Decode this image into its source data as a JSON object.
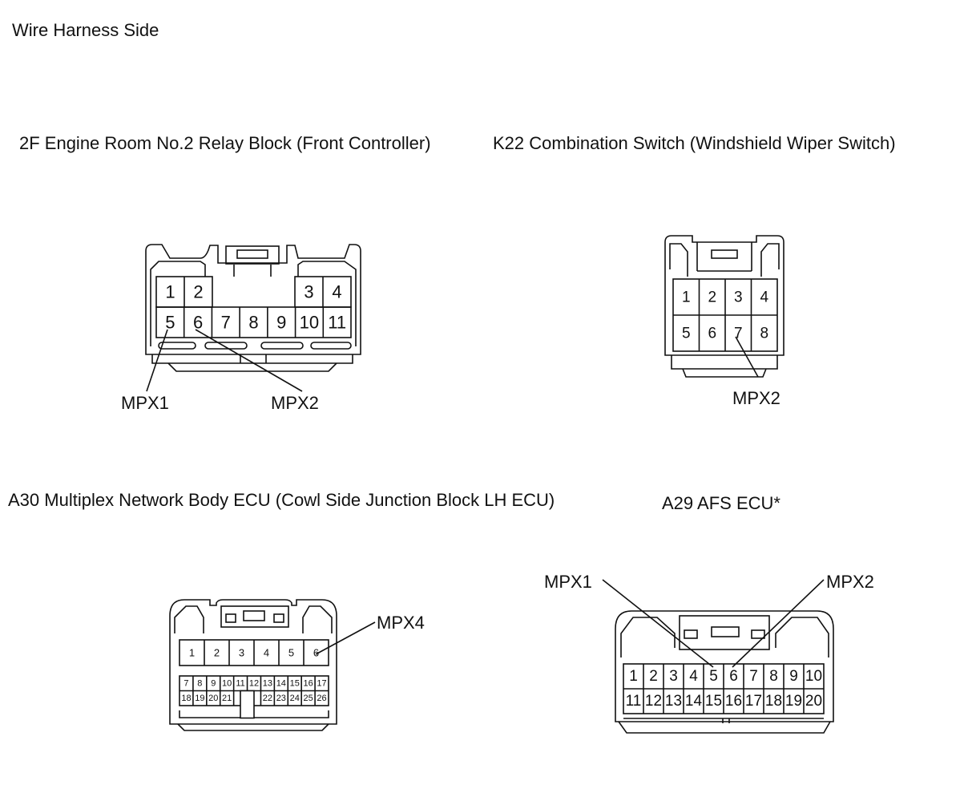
{
  "header": {
    "title": "Wire Harness Side"
  },
  "connectors": {
    "c2f": {
      "title": "2F Engine Room No.2 Relay Block (Front Controller)",
      "pins_top_left": [
        "1",
        "2"
      ],
      "pins_top_right": [
        "3",
        "4"
      ],
      "pins_bottom": [
        "5",
        "6",
        "7",
        "8",
        "9",
        "10",
        "11"
      ],
      "labels": [
        "MPX1",
        "MPX2"
      ]
    },
    "k22": {
      "title": "K22 Combination Switch (Windshield Wiper Switch)",
      "pins_row1": [
        "1",
        "2",
        "3",
        "4"
      ],
      "pins_row2": [
        "5",
        "6",
        "7",
        "8"
      ],
      "labels": [
        "MPX2"
      ]
    },
    "a30": {
      "title": "A30 Multiplex Network Body ECU (Cowl Side Junction Block LH ECU)",
      "pins_row1": [
        "1",
        "2",
        "3",
        "4",
        "5",
        "6"
      ],
      "pins_row2": [
        "7",
        "8",
        "9",
        "10",
        "11",
        "12",
        "13",
        "14",
        "15",
        "16",
        "17"
      ],
      "pins_row3_left": [
        "18",
        "19",
        "20",
        "21"
      ],
      "pins_row3_right": [
        "22",
        "23",
        "24",
        "25",
        "26"
      ],
      "labels": [
        "MPX4"
      ]
    },
    "a29": {
      "title": "A29 AFS ECU*",
      "pins_row1": [
        "1",
        "2",
        "3",
        "4",
        "5",
        "6",
        "7",
        "8",
        "9",
        "10"
      ],
      "pins_row2": [
        "11",
        "12",
        "13",
        "14",
        "15",
        "16",
        "17",
        "18",
        "19",
        "20"
      ],
      "labels": [
        "MPX1",
        "MPX2"
      ]
    }
  }
}
